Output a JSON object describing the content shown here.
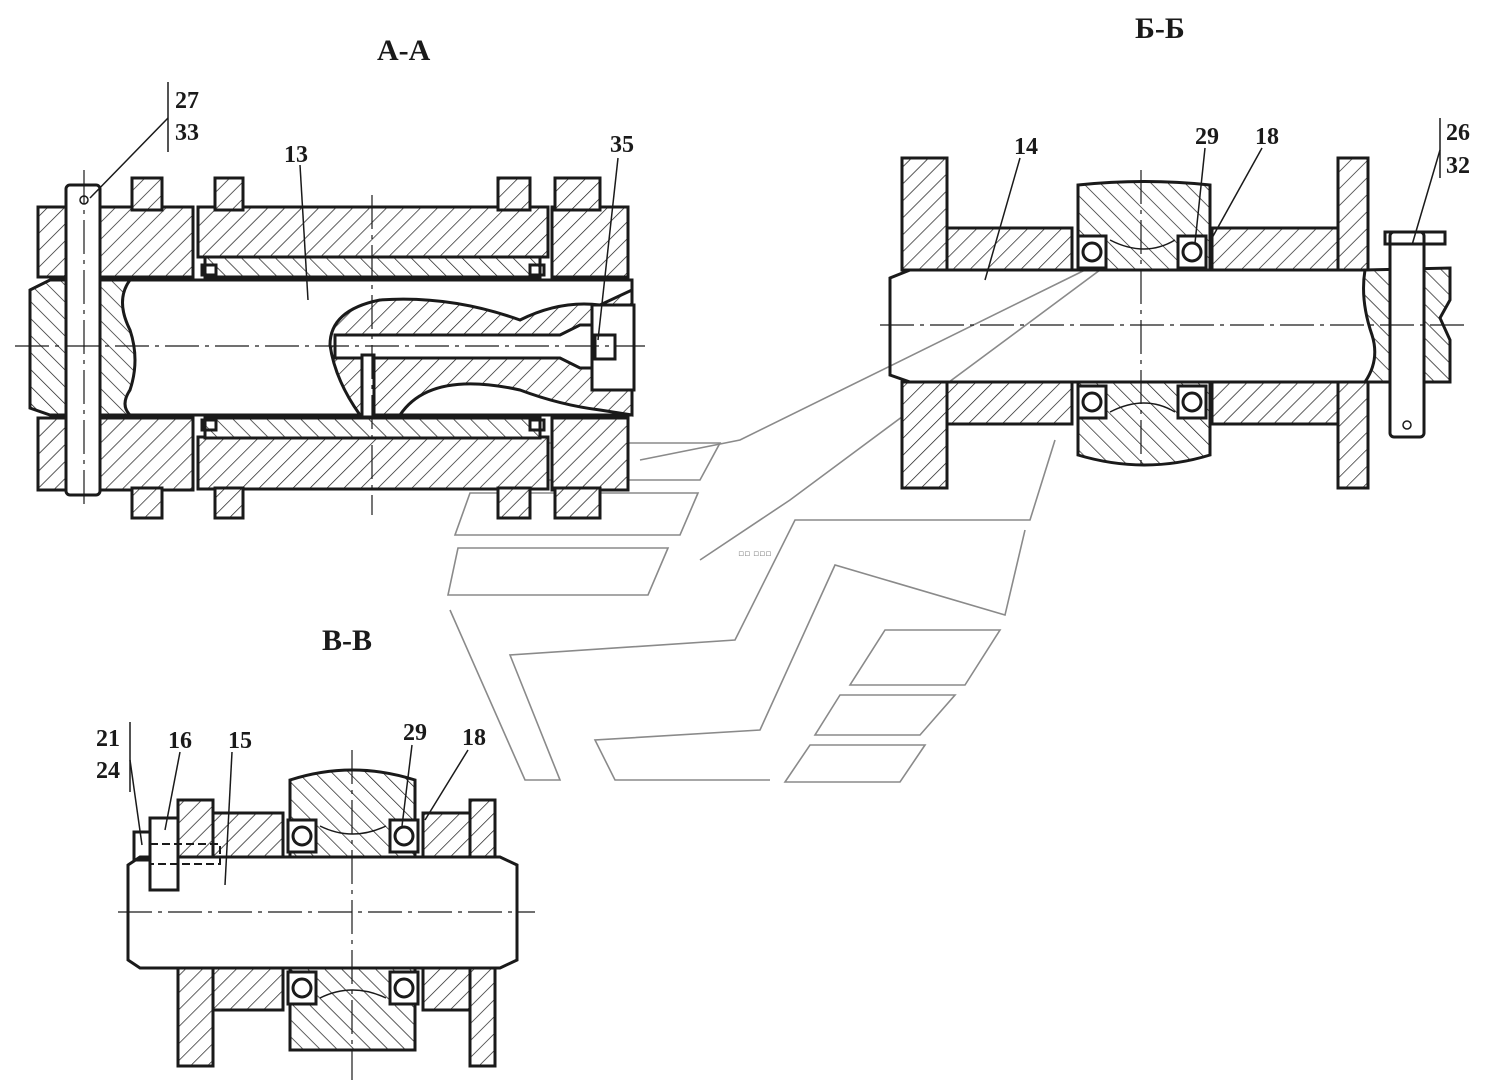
{
  "sections": {
    "aa": {
      "title": "А-А",
      "labels": {
        "n27": "27",
        "n33": "33",
        "n13": "13",
        "n35": "35"
      }
    },
    "bb": {
      "title": "Б-Б",
      "labels": {
        "n14": "14",
        "n29": "29",
        "n18": "18",
        "n26": "26",
        "n32": "32"
      }
    },
    "vv": {
      "title": "В-В",
      "labels": {
        "n21": "21",
        "n24": "24",
        "n16": "16",
        "n15": "15",
        "n29": "29",
        "n18": "18"
      }
    }
  },
  "colors": {
    "line": "#1a1a1a",
    "watermark": "#8a8a8a",
    "background": "#ffffff"
  }
}
